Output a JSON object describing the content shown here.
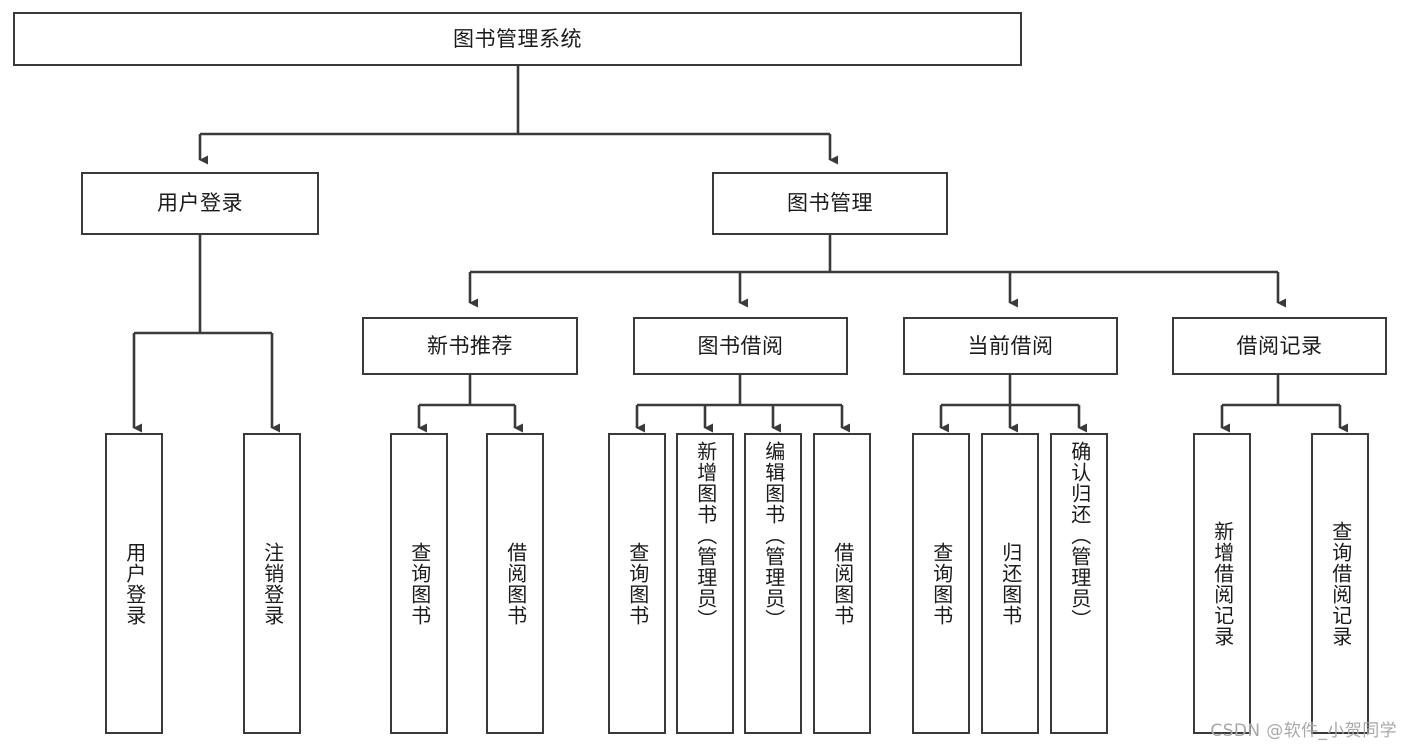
{
  "diagram": {
    "type": "hierarchy-tree",
    "title": "图书管理系统",
    "watermark": "CSDN @软件_小贺同学",
    "root": {
      "label": "图书管理系统"
    },
    "level2": [
      {
        "label": "用户登录"
      },
      {
        "label": "图书管理"
      }
    ],
    "level3": [
      {
        "label": "新书推荐"
      },
      {
        "label": "图书借阅"
      },
      {
        "label": "当前借阅"
      },
      {
        "label": "借阅记录"
      }
    ],
    "leaves": {
      "user_login": [
        {
          "label": "用户登录"
        },
        {
          "label": "注销登录"
        }
      ],
      "new_book_recommend": [
        {
          "label": "查询图书"
        },
        {
          "label": "借阅图书"
        }
      ],
      "book_borrow": [
        {
          "label": "查询图书"
        },
        {
          "label": "新增图书（管理员）"
        },
        {
          "label": "编辑图书（管理员）"
        },
        {
          "label": "借阅图书"
        }
      ],
      "current_borrow": [
        {
          "label": "查询图书"
        },
        {
          "label": "归还图书"
        },
        {
          "label": "确认归还（管理员）"
        }
      ],
      "borrow_record": [
        {
          "label": "新增借阅记录"
        },
        {
          "label": "查询借阅记录"
        }
      ]
    }
  }
}
